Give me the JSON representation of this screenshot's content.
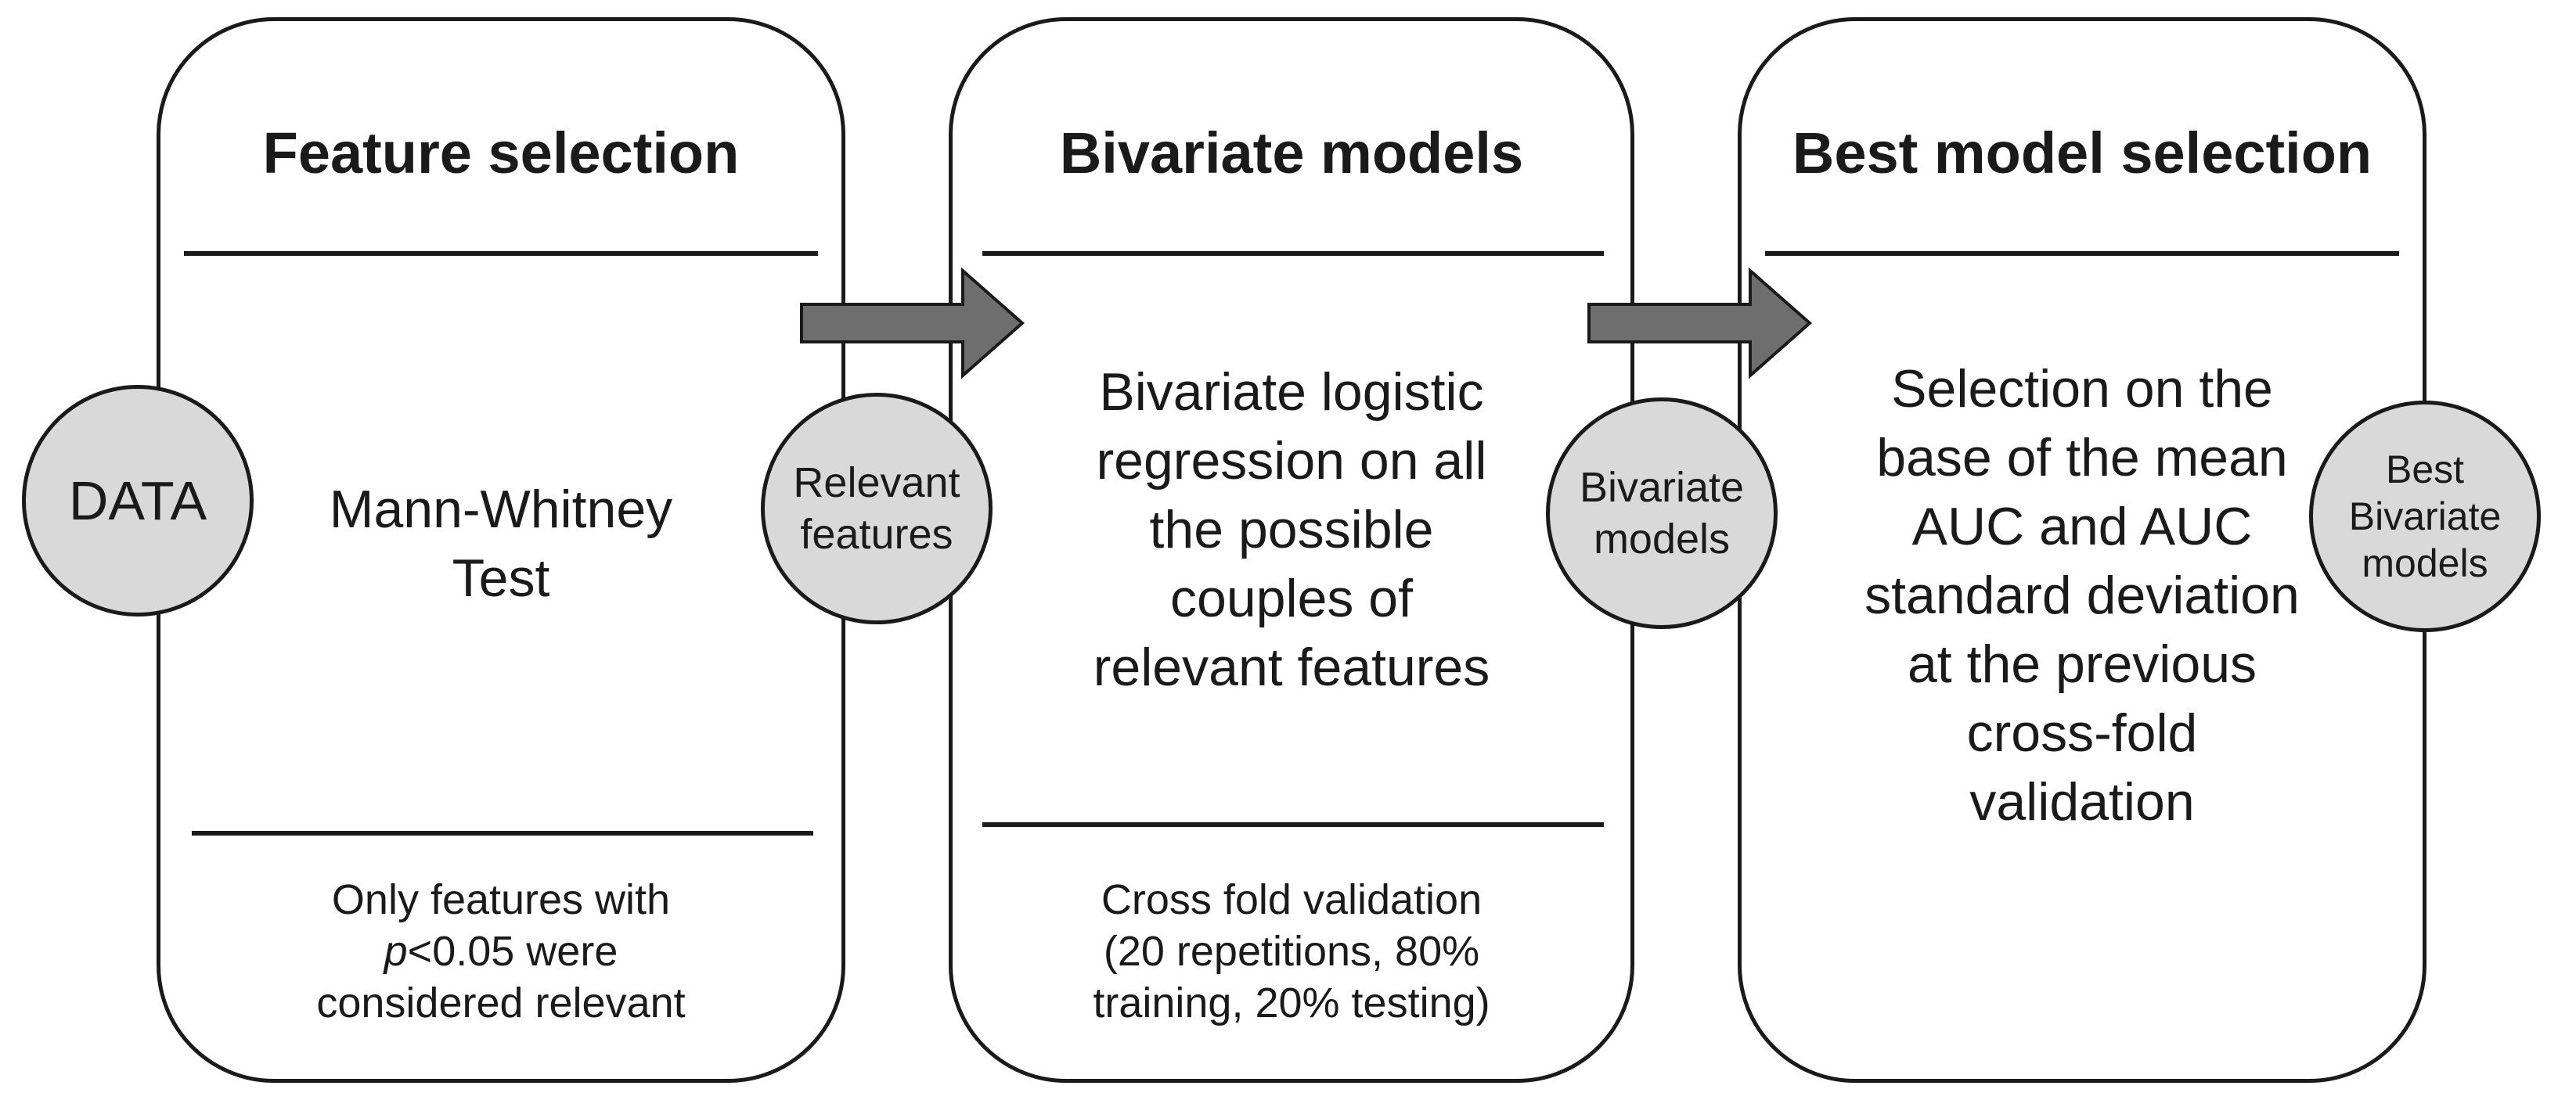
{
  "panels": [
    {
      "title": "Feature selection",
      "body": [
        "Mann-Whitney",
        "Test"
      ],
      "footer": {
        "line1": "Only features with",
        "line2_italic": "p",
        "line2_rest": "<0.05 were",
        "line3": "considered relevant"
      }
    },
    {
      "title": "Bivariate models",
      "body": [
        "Bivariate logistic",
        "regression on all",
        "the possible",
        "couples of",
        "relevant features"
      ],
      "footer": {
        "line1": "Cross fold validation",
        "line2": "(20 repetitions, 80%",
        "line3": "training, 20% testing)"
      }
    },
    {
      "title": "Best model selection",
      "body": [
        "Selection on the",
        "base of the mean",
        "AUC and AUC",
        "standard deviation",
        "at the previous",
        "cross-fold",
        "validation"
      ]
    }
  ],
  "circles": {
    "data": [
      "DATA"
    ],
    "relevant": [
      "Relevant",
      "features"
    ],
    "bivariate": [
      "Bivariate",
      "models"
    ],
    "best": [
      "Best",
      "Bivariate",
      "models"
    ]
  },
  "colors": {
    "stroke": "#1a1a1a",
    "circle_fill": "#d9d9d9",
    "arrow_fill": "#6e6e6e"
  },
  "icons": {
    "arrow": "right-arrow-icon"
  }
}
